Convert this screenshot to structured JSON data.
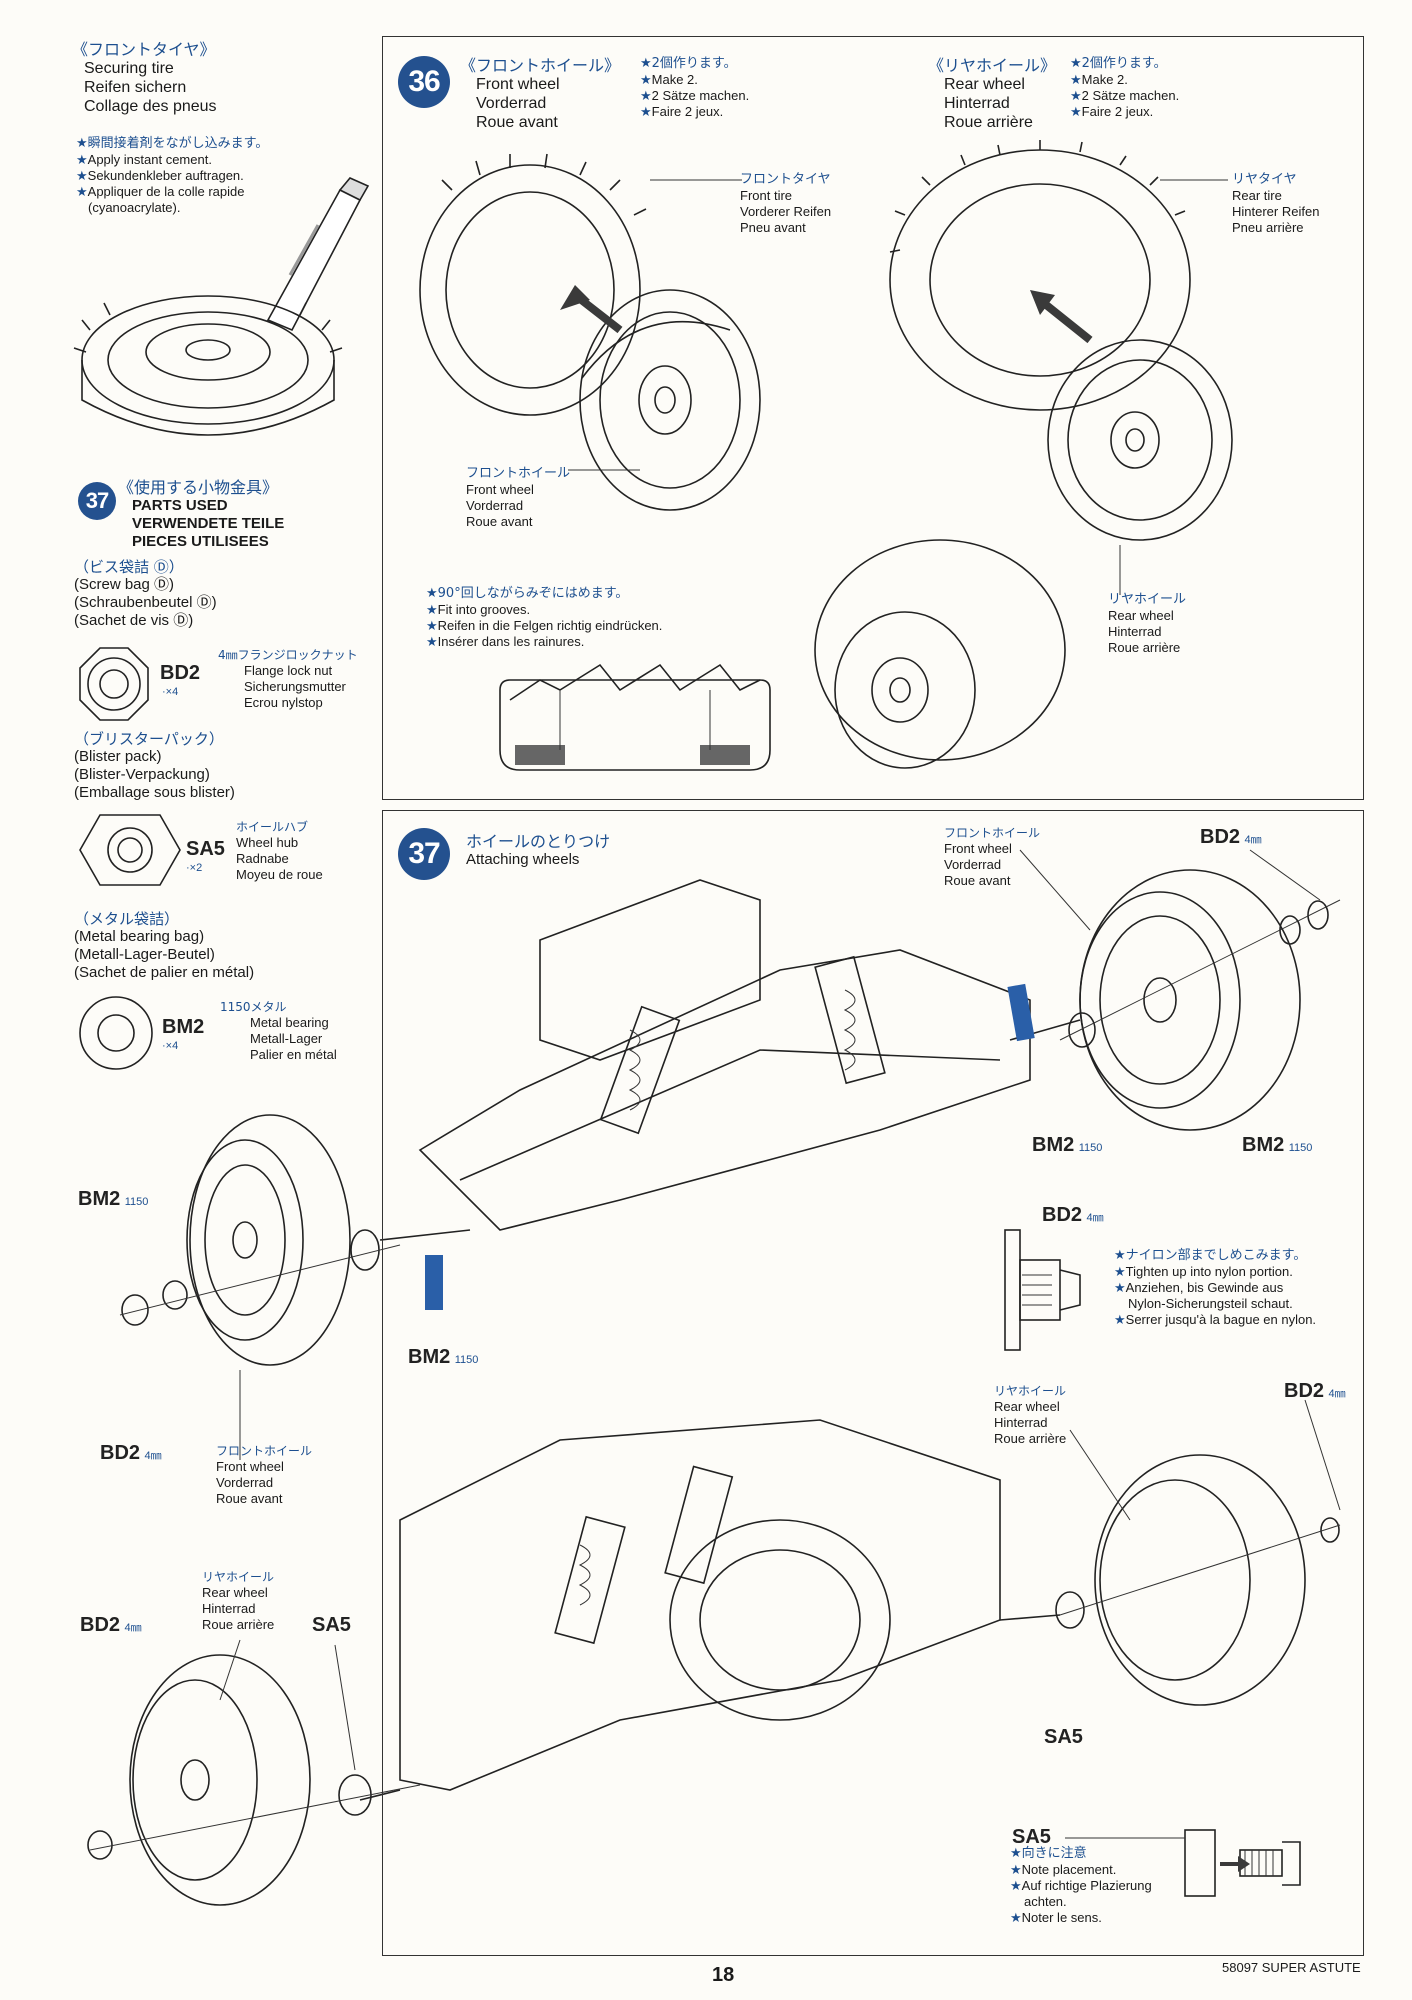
{
  "sidebar_securing": {
    "jp": "《フロントタイヤ》",
    "lines": [
      "Securing tire",
      "Reifen sichern",
      "Collage des pneus"
    ],
    "note_jp": "★瞬間接着剤をながし込みます。",
    "notes": [
      "Apply instant cement.",
      "Sekundenkleber auftragen.",
      "Appliquer de la colle rapide",
      "(cyanoacrylate)."
    ]
  },
  "parts_used": {
    "step": "37",
    "jp": "《使用する小物金具》",
    "lines": [
      "PARTS USED",
      "VERWENDETE TEILE",
      "PIECES UTILISEES"
    ],
    "screw_bag": {
      "jp": "（ビス袋詰 Ⓓ）",
      "lines": [
        "(Screw bag Ⓓ)",
        "(Schraubenbeutel Ⓓ)",
        "(Sachet de vis Ⓓ)"
      ]
    },
    "bd2": {
      "code": "BD2",
      "qty": "·×4",
      "jp": "4㎜フランジロックナット",
      "lines": [
        "Flange lock nut",
        "Sicherungsmutter",
        "Ecrou nylstop"
      ]
    },
    "blister": {
      "jp": "（ブリスターパック）",
      "lines": [
        "(Blister pack)",
        "(Blister-Verpackung)",
        "(Emballage sous blister)"
      ]
    },
    "sa5": {
      "code": "SA5",
      "qty": "·×2",
      "jp": "ホイールハブ",
      "lines": [
        "Wheel hub",
        "Radnabe",
        "Moyeu de roue"
      ]
    },
    "metal_bag": {
      "jp": "（メタル袋詰）",
      "lines": [
        "(Metal bearing bag)",
        "(Metall-Lager-Beutel)",
        "(Sachet de palier en métal)"
      ]
    },
    "bm2": {
      "code": "BM2",
      "qty": "·×4",
      "jp": "1150メタル",
      "lines": [
        "Metal bearing",
        "Metall-Lager",
        "Palier en métal"
      ]
    }
  },
  "step36": {
    "num": "36",
    "front": {
      "jp": "《フロントホイール》",
      "lines": [
        "Front wheel",
        "Vorderrad",
        "Roue avant"
      ],
      "make_jp": "★2個作ります。",
      "make": [
        "Make 2.",
        "2 Sätze machen.",
        "Faire 2 jeux."
      ]
    },
    "rear": {
      "jp": "《リヤホイール》",
      "lines": [
        "Rear wheel",
        "Hinterrad",
        "Roue arrière"
      ],
      "make_jp": "★2個作ります。",
      "make": [
        "Make 2.",
        "2 Sätze machen.",
        "Faire 2 jeux."
      ]
    },
    "front_tire": {
      "jp": "フロントタイヤ",
      "lines": [
        "Front tire",
        "Vorderer Reifen",
        "Pneu avant"
      ]
    },
    "rear_tire": {
      "jp": "リヤタイヤ",
      "lines": [
        "Rear tire",
        "Hinterer Reifen",
        "Pneu arrière"
      ]
    },
    "front_wheel_lbl": {
      "jp": "フロントホイール",
      "lines": [
        "Front wheel",
        "Vorderrad",
        "Roue avant"
      ]
    },
    "rear_wheel_lbl": {
      "jp": "リヤホイール",
      "lines": [
        "Rear wheel",
        "Hinterrad",
        "Roue arrière"
      ]
    },
    "grooves": {
      "jp": "★90°回しながらみぞにはめます。",
      "lines": [
        "Fit into grooves.",
        "Reifen in die Felgen richtig eindrücken.",
        "Insérer dans les rainures."
      ]
    }
  },
  "step37": {
    "num": "37",
    "jp": "ホイールのとりつけ",
    "title": "Attaching wheels",
    "front_wheel_top": {
      "jp": "フロントホイール",
      "lines": [
        "Front wheel",
        "Vorderrad",
        "Roue avant"
      ]
    },
    "bd2_label": "BD2",
    "bd2_size": "4㎜",
    "bm2_label": "BM2",
    "bm2_size": "1150",
    "sa5_label": "SA5",
    "nylon": {
      "jp": "★ナイロン部までしめこみます。",
      "lines": [
        "Tighten up into nylon portion.",
        "Anziehen, bis Gewinde aus",
        "Nylon-Sicherungsteil schaut.",
        "Serrer jusqu'à la bague en nylon."
      ]
    },
    "rear_wheel_right": {
      "jp": "リヤホイール",
      "lines": [
        "Rear wheel",
        "Hinterrad",
        "Roue arrière"
      ]
    },
    "front_wheel_left": {
      "jp": "フロントホイール",
      "lines": [
        "Front wheel",
        "Vorderrad",
        "Roue avant"
      ]
    },
    "rear_wheel_left": {
      "jp": "リヤホイール",
      "lines": [
        "Rear wheel",
        "Hinterrad",
        "Roue arrière"
      ]
    },
    "placement": {
      "jp": "★向きに注意",
      "lines": [
        "Note placement.",
        "Auf richtige Plazierung",
        "achten.",
        "Noter le sens."
      ]
    }
  },
  "footer": {
    "page": "18",
    "model": "58097 SUPER ASTUTE"
  }
}
